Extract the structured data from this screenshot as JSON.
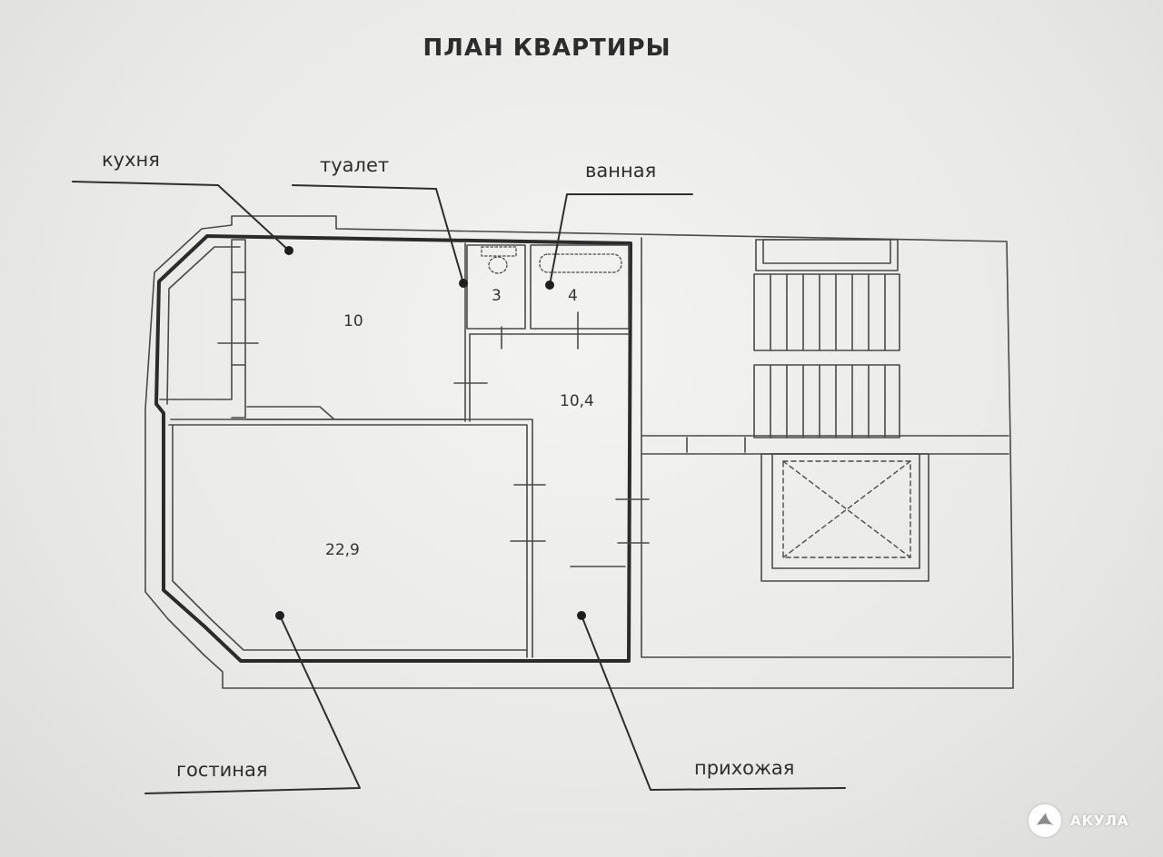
{
  "title": "ПЛАН КВАРТИРЫ",
  "rooms": {
    "kitchen": {
      "label": "кухня",
      "area": "10"
    },
    "toilet": {
      "label": "туалет",
      "area": "3"
    },
    "bathroom": {
      "label": "ванная",
      "area": "4"
    },
    "hallway": {
      "label": "прихожая",
      "area": "10,4"
    },
    "living": {
      "label": "гостиная",
      "area": "22,9"
    }
  },
  "watermark": {
    "text": "АКУЛА"
  },
  "colors": {
    "line": "#4a4a4a",
    "outline": "#2b2b2b",
    "paper": "#ededeb"
  }
}
